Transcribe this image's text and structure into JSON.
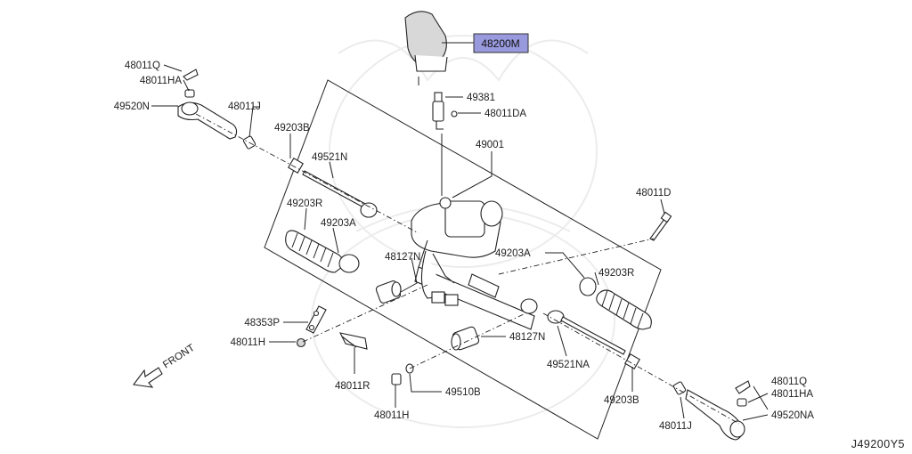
{
  "diagram_code": "J49200Y5",
  "front_label": "FRONT",
  "highlight": {
    "part": "48200M",
    "color": "#9999dd"
  },
  "labels": {
    "p48011Q_left": "48011Q",
    "p48011HA_left": "48011HA",
    "p49520N": "49520N",
    "p48011J_left": "48011J",
    "p49203B_left": "49203B",
    "p49521N": "49521N",
    "p49203R_left": "49203R",
    "p49203A_left": "49203A",
    "p48127N_upper": "48127N",
    "p48353P": "48353P",
    "p48011H_left": "48011H",
    "p48011R": "48011R",
    "p48011H_bottom": "48011H",
    "p49510B": "49510B",
    "p49381": "49381",
    "p48011DA": "48011DA",
    "p49001": "49001",
    "p48011D": "48011D",
    "p49203A_right": "49203A",
    "p49203R_right": "49203R",
    "p48127N_lower": "48127N",
    "p49521NA": "49521NA",
    "p49203B_right": "49203B",
    "p48011J_right": "48011J",
    "p48011Q_right": "48011Q",
    "p48011HA_right": "48011HA",
    "p49520NA": "49520NA"
  }
}
